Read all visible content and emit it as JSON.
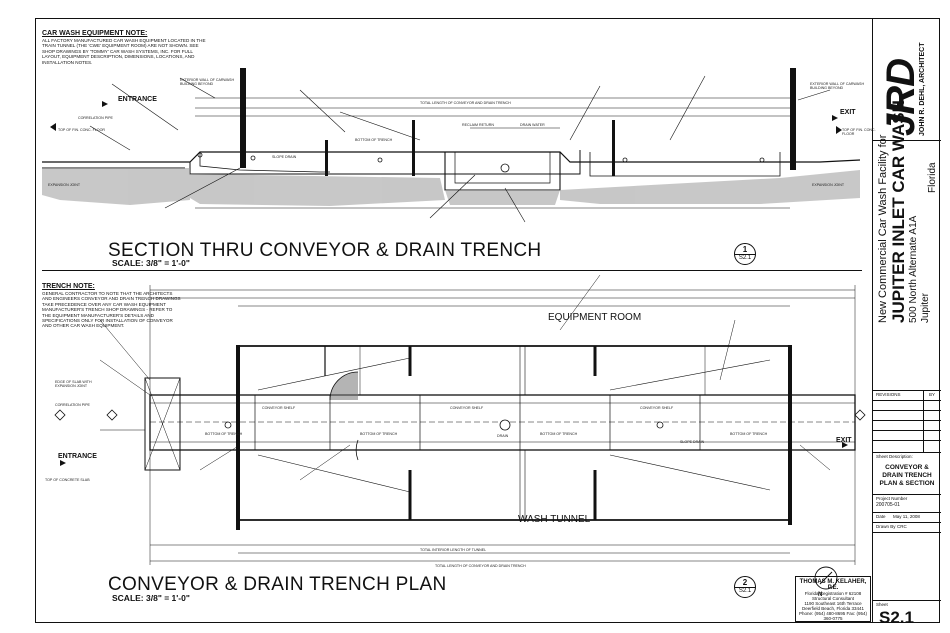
{
  "car_wash_note": {
    "heading": "CAR WASH EQUIPMENT NOTE:",
    "body": "ALL FACTORY MANUFACTURED CAR WASH EQUIPMENT LOCATED IN THE TRAIN TUNNEL (THE 'CWE' EQUIPMENT ROOM) ARE NOT SHOWN. SEE SHOP DRAWINGS BY 'TOMMY' CAR WASH SYSTEMS, INC. FOR FULL LAYOUT, EQUIPMENT DESCRIPTION, DIMENSIONS, LOCATIONS, AND INSTALLATION NOTES."
  },
  "trench_note": {
    "heading": "TRENCH NOTE:",
    "body": "GENERAL CONTRACTOR TO NOTE THAT THE ARCHITECTS AND ENGINEERS CONVEYOR AND DRAIN TRENCH DRAWINGS TAKE PRECEDENCE OVER ANY CAR WASH EQUIPMENT MANUFACTURER'S TRENCH SHOP DRAWINGS - REFER TO THE EQUIPMENT MANUFACTURER'S DETAILS AND SPECIFICATIONS ONLY FOR INSTALLATION OF CONVEYOR AND OTHER CAR WASH EQUIPMENT."
  },
  "section": {
    "title": "SECTION THRU CONVEYOR & DRAIN TRENCH",
    "scale": "SCALE:  3/8\" = 1'-0\"",
    "detail_number": "1",
    "sheet_ref": "S2.1",
    "entrance": "ENTRANCE",
    "exit": "EXIT",
    "labels": {
      "top_slab_left": "TOP OF FIN. CONC. FLOOR",
      "top_slab_right": "TOP OF FIN. CONC. FLOOR",
      "expansion_left": "EXPANSION JOINT",
      "expansion_right": "EXPANSION JOINT",
      "correlation_pipe": "CORRELATION PIPE",
      "bottom_of_trench": "BOTTOM OF TRENCH",
      "reclaim_return": "RECLAIM RETURN",
      "drain_water": "DRAIN WATER",
      "slope_drain": "SLOPE DRAIN",
      "exterior_wall_l": "EXTERIOR WALL OF CARWASH BUILDING BEYOND",
      "exterior_wall_r": "EXTERIOR WALL OF CARWASH BUILDING BEYOND",
      "total_length": "TOTAL LENGTH OF CONVEYOR AND DRAIN TRENCH"
    }
  },
  "plan": {
    "title": "CONVEYOR & DRAIN TRENCH PLAN",
    "scale": "SCALE:  3/8\" = 1'-0\"",
    "detail_number": "2",
    "sheet_ref": "S2.1",
    "equipment_room": "EQUIPMENT ROOM",
    "wash_tunnel": "WASH TUNNEL",
    "entrance": "ENTRANCE",
    "exit": "EXIT",
    "labels": {
      "conveyor_shelf": "CONVEYOR SHELF",
      "bottom_of_trench": "BOTTOM OF TRENCH",
      "drain": "DRAIN",
      "slope_drain": "SLOPE DRAIN",
      "top_of_concrete_slab": "TOP OF CONCRETE SLAB",
      "edge_of_slab": "EDGE OF SLAB WITH EXPANSION JOINT",
      "correlation_pipe": "CORRELATION PIPE",
      "total_length": "TOTAL LENGTH OF CONVEYOR AND DRAIN TRENCH",
      "total_interior": "TOTAL INTERIOR LENGTH OF TUNNEL"
    }
  },
  "title_block": {
    "firm_logo": "JRD",
    "firm_name": "JOHN R. DEHL, ARCHITECT",
    "project_line1": "New Commercial Car Wash Facility for",
    "project_line2": "JUPITER INLET CAR WASH",
    "address": "500 North Alternate A1A",
    "city": "Jupiter",
    "state": "Florida",
    "revisions_label": "REVISIONS",
    "by_label": "BY",
    "sheet_desc_label": "Sheet Description:",
    "sheet_desc": "CONVEYOR & DRAIN TRENCH PLAN & SECTION",
    "project_no_label": "Project Number",
    "project_no": "200705-01",
    "date_label": "Date",
    "date": "May 11, 2008",
    "drawn_label": "Drawn By",
    "drawn": "CRC",
    "sheet_label": "Sheet",
    "sheet": "S2.1"
  },
  "engineer_stamp": {
    "name": "THOMAS M. KELAHER, P.E.",
    "reg": "Florida Registration # 62108",
    "role": "Structural Consultant",
    "addr1": "1190 Southeast 16th Terrace",
    "addr2": "Deerfield Beach, Florida 33441",
    "phone": "Phone: (954) 480-8695   Fax: (954) 360-0775"
  },
  "north": "N"
}
